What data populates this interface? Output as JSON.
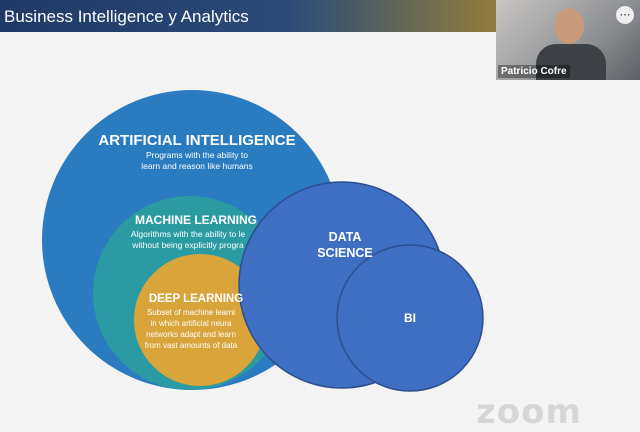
{
  "header": {
    "title": "Business Intelligence y Analytics"
  },
  "video": {
    "participant_name": "Patricio Cofre",
    "options_icon": "ellipsis-icon"
  },
  "diagram": {
    "ai": {
      "title": "ARTIFICIAL INTELLIGENCE",
      "line1": "Programs with the ability to",
      "line2": "learn and reason like humans"
    },
    "ml": {
      "title": "MACHINE LEARNING",
      "line1": "Algorithms with the ability to le",
      "line2": "without being explicitly progra"
    },
    "dl": {
      "title": "DEEP LEARNING",
      "line1": "Subset of machine learni",
      "line2": "in which artificial neura",
      "line3": "networks adapt and learn",
      "line4": "from vast amounts of data"
    },
    "ds": {
      "line1": "DATA",
      "line2": "SCIENCE"
    },
    "bi": {
      "label": "BI"
    }
  },
  "watermark": {
    "text": "zoom"
  },
  "colors": {
    "ai": "#2a7bbf",
    "ml": "#2a9aa3",
    "dl": "#d9a43a",
    "ds": "#3f6fc2",
    "bi": "#3f6fc2"
  }
}
